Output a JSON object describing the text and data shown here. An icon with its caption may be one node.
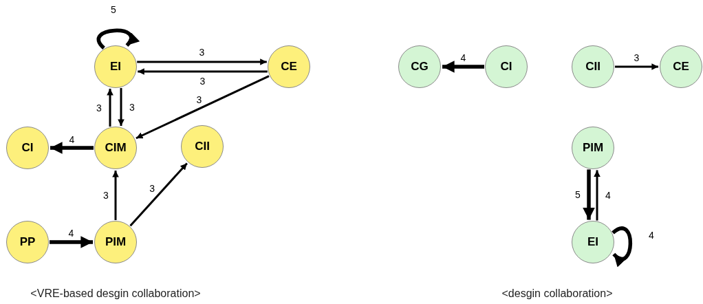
{
  "diagram": {
    "nodes": [
      {
        "text": [
          "EI"
        ]
      },
      {
        "text": [
          "CE"
        ]
      },
      {
        "text": [
          "CI"
        ]
      },
      {
        "text": [
          "CIM"
        ]
      },
      {
        "text": [
          "CII"
        ]
      },
      {
        "text": [
          "PP"
        ]
      },
      {
        "text": [
          "PIM"
        ]
      },
      {
        "text": [
          "CG"
        ]
      },
      {
        "text": [
          "CI"
        ]
      },
      {
        "text": [
          "CII"
        ]
      },
      {
        "text": [
          "CE"
        ]
      },
      {
        "text": [
          "PIM"
        ]
      },
      {
        "text": [
          "EI"
        ]
      }
    ],
    "edges": [
      {
        "from": 0,
        "to": 0,
        "arrow": "to",
        "label": "5",
        "style": "thick"
      },
      {
        "from": 0,
        "to": 1,
        "arrow": "to",
        "label": "3"
      },
      {
        "from": 1,
        "to": 0,
        "arrow": "to",
        "label": "3"
      },
      {
        "from": 1,
        "to": 3,
        "arrow": "to",
        "label": "3"
      },
      {
        "from": 3,
        "to": 0,
        "arrow": "to",
        "label": "3"
      },
      {
        "from": 0,
        "to": 3,
        "arrow": "to",
        "label": "3"
      },
      {
        "from": 3,
        "to": 2,
        "arrow": "to",
        "label": "4",
        "style": "thick"
      },
      {
        "from": 6,
        "to": 3,
        "arrow": "to",
        "label": "3"
      },
      {
        "from": 6,
        "to": 4,
        "arrow": "to",
        "label": "3"
      },
      {
        "from": 5,
        "to": 6,
        "arrow": "to",
        "label": "4",
        "style": "thick"
      },
      {
        "from": 8,
        "to": 7,
        "arrow": "to",
        "label": "4",
        "style": "thick"
      },
      {
        "from": 9,
        "to": 10,
        "arrow": "to",
        "label": "3"
      },
      {
        "from": 11,
        "to": 12,
        "arrow": "to",
        "label": "5",
        "style": "thick"
      },
      {
        "from": 12,
        "to": 11,
        "arrow": "to",
        "label": "4"
      },
      {
        "from": 12,
        "to": 12,
        "arrow": "to",
        "label": "4",
        "style": "thick"
      }
    ],
    "labels": [
      "<VRE-based desgin collaboration>",
      "<desgin collaboration>"
    ]
  }
}
